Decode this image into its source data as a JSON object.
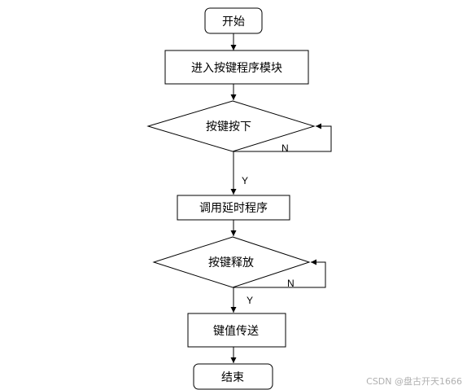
{
  "flowchart": {
    "nodes": {
      "start": "开始",
      "enter_module": "进入按键程序模块",
      "key_pressed": "按键按下",
      "call_delay": "调用延时程序",
      "key_released": "按键释放",
      "transmit_value": "键值传送",
      "end": "结束"
    },
    "labels": {
      "pressed_no": "N",
      "pressed_yes": "Y",
      "released_no": "N",
      "released_yes": "Y"
    }
  },
  "watermark": "CSDN @盘古开天1666"
}
